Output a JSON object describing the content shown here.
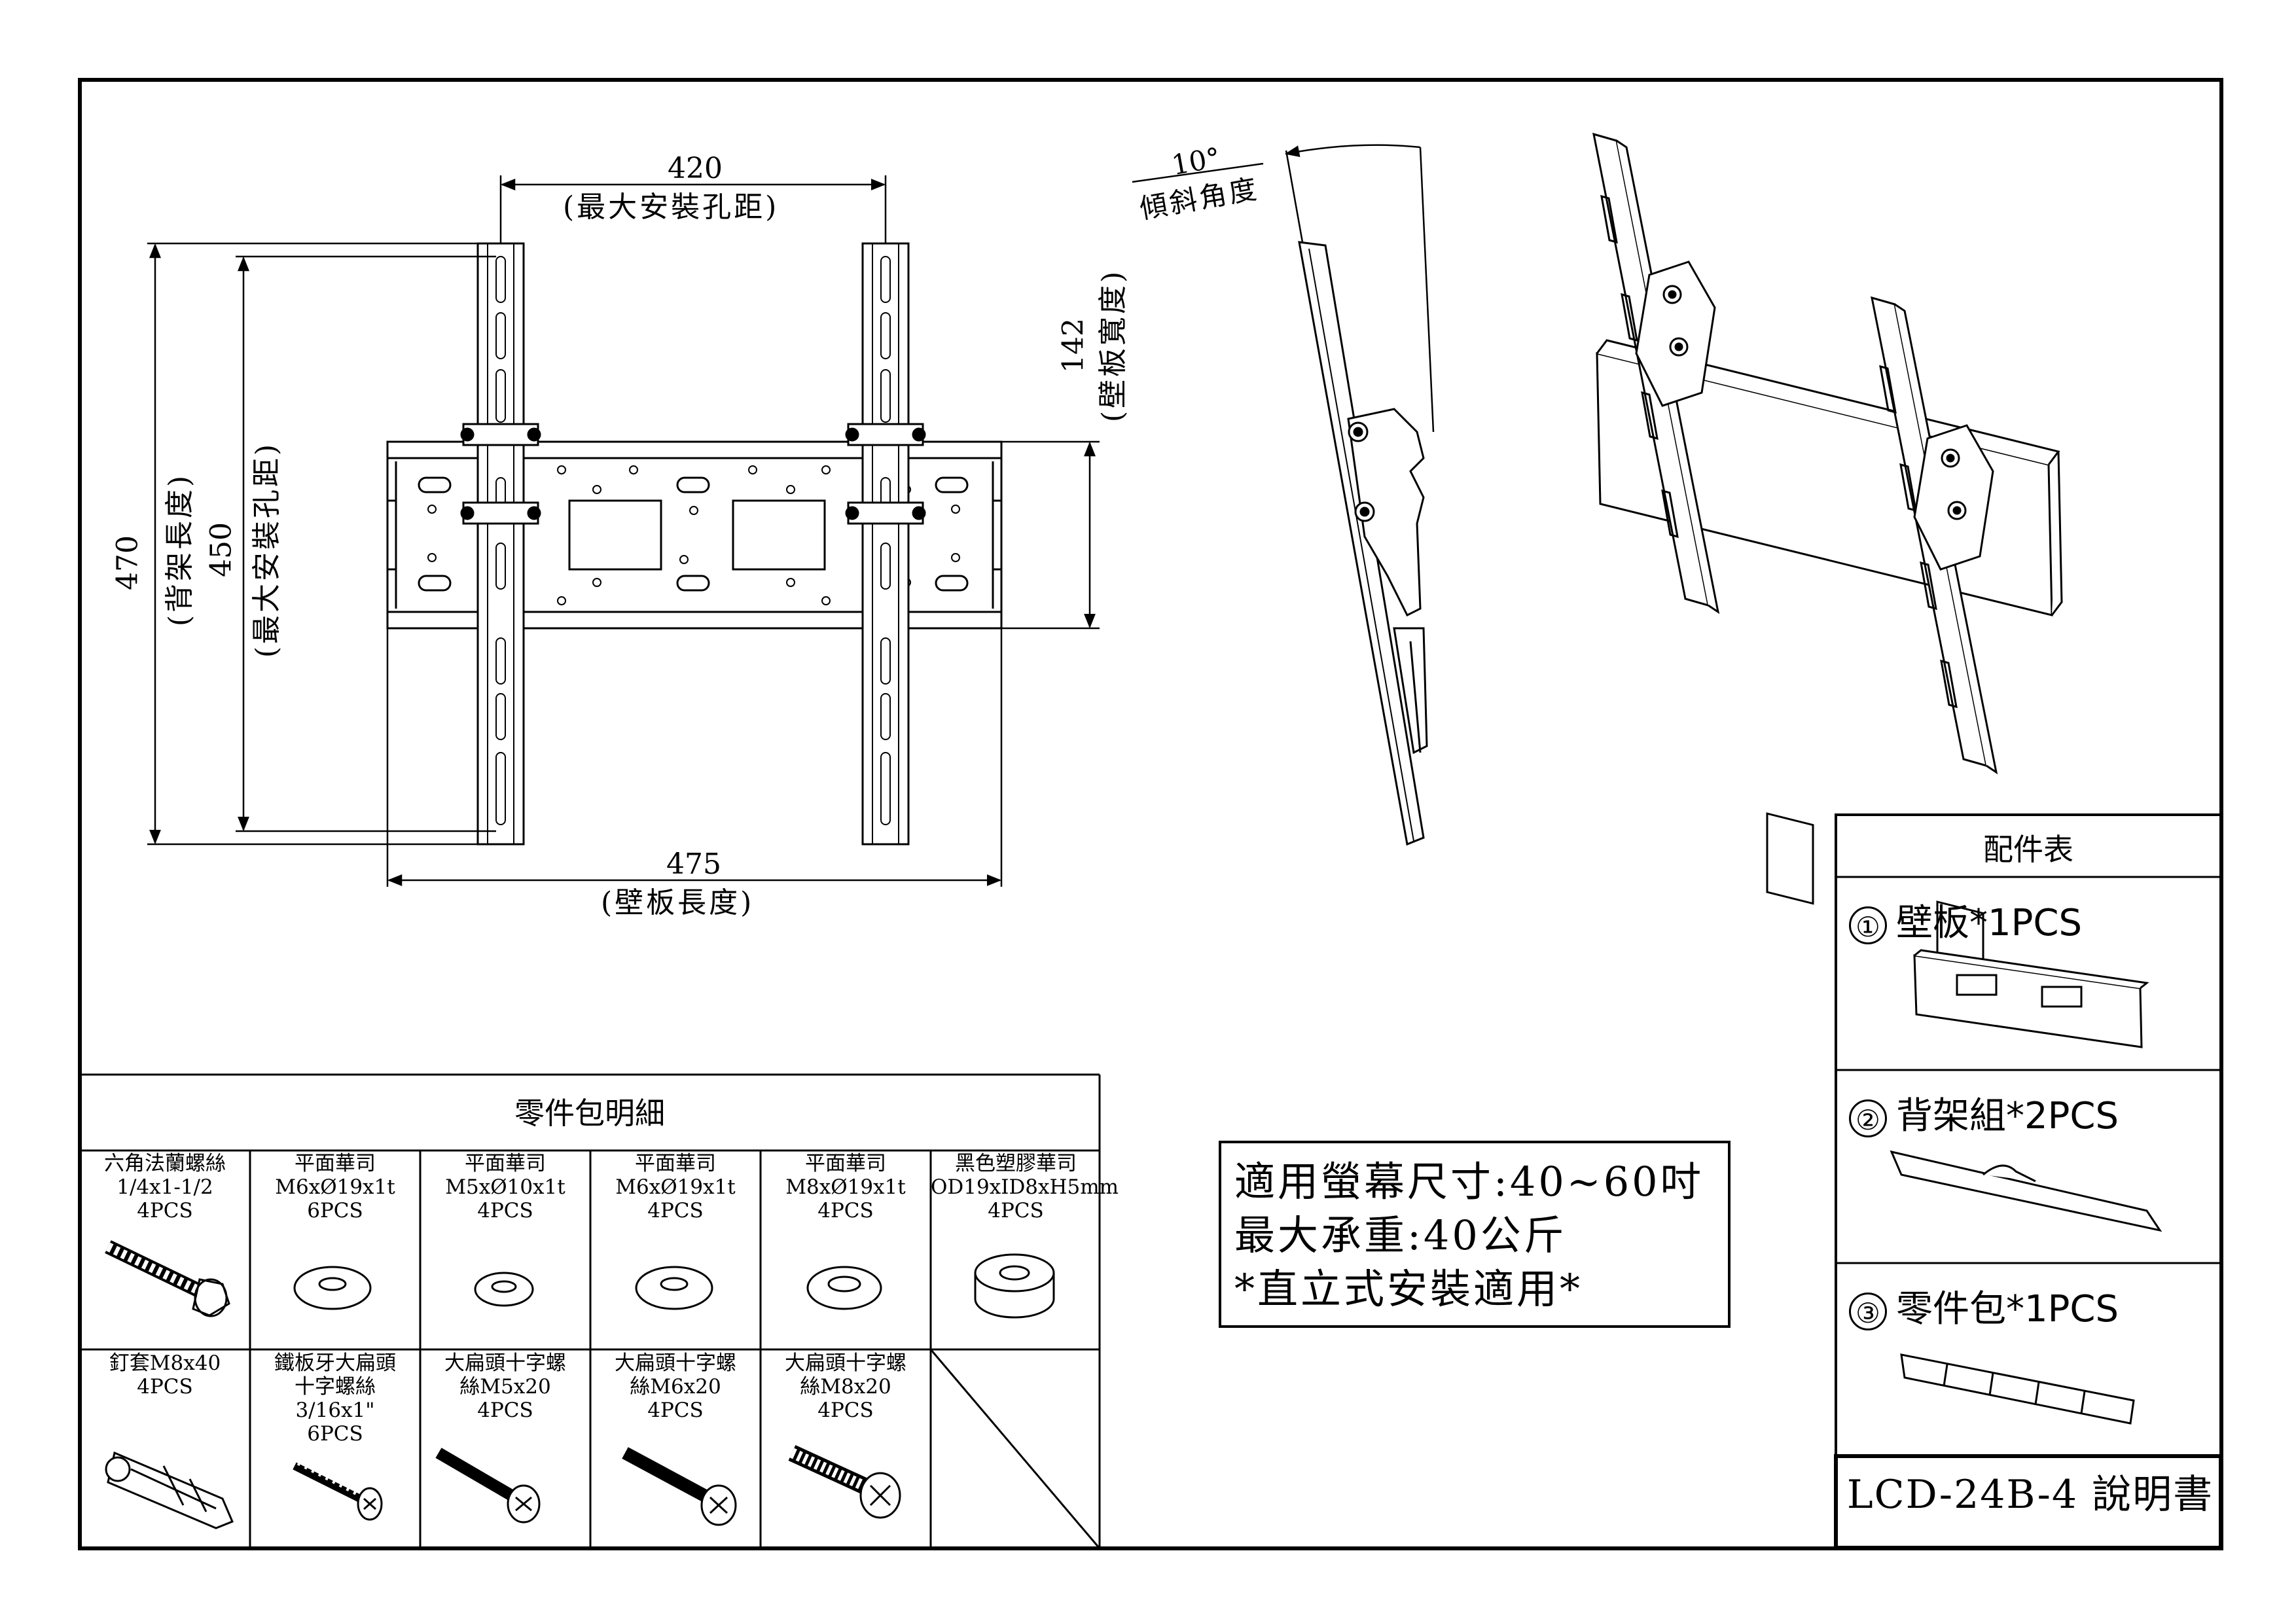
{
  "dimensions": {
    "top_width": {
      "value": "420",
      "label": "(最大安裝孔距)"
    },
    "bottom_width": {
      "value": "475",
      "label": "(壁板長度)"
    },
    "left_outer": {
      "value": "470",
      "label": "(背架長度)"
    },
    "left_inner": {
      "value": "450",
      "label": "(最大安裝孔距)"
    },
    "right_height": {
      "value": "142",
      "label": "(壁板寬度)"
    },
    "tilt": {
      "value": "10°",
      "label": "傾斜角度"
    }
  },
  "parts_table": {
    "title": "零件包明細",
    "cells": [
      {
        "lines": [
          "六角法蘭螺絲",
          "1/4x1-1/2",
          "4PCS"
        ],
        "icon": "hex-flange-bolt-icon"
      },
      {
        "lines": [
          "平面華司",
          "M6xØ19x1t",
          "6PCS"
        ],
        "icon": "flat-washer-icon"
      },
      {
        "lines": [
          "平面華司",
          "M5xØ10x1t",
          "4PCS"
        ],
        "icon": "flat-washer-icon"
      },
      {
        "lines": [
          "平面華司",
          "M6xØ19x1t",
          "4PCS"
        ],
        "icon": "flat-washer-icon"
      },
      {
        "lines": [
          "平面華司",
          "M8xØ19x1t",
          "4PCS"
        ],
        "icon": "flat-washer-icon"
      },
      {
        "lines": [
          "黑色塑膠華司",
          "OD19xID8xH5mm",
          "4PCS"
        ],
        "icon": "plastic-spacer-icon"
      },
      {
        "lines": [
          "釘套M8x40",
          "4PCS"
        ],
        "icon": "wall-anchor-icon"
      },
      {
        "lines": [
          "鐵板牙大扁頭",
          "十字螺絲",
          "3/16x1\"",
          "6PCS"
        ],
        "icon": "self-tapping-screw-icon"
      },
      {
        "lines": [
          "大扁頭十字螺",
          "絲M5x20",
          "4PCS"
        ],
        "icon": "phillips-screw-icon"
      },
      {
        "lines": [
          "大扁頭十字螺",
          "絲M6x20",
          "4PCS"
        ],
        "icon": "phillips-screw-icon"
      },
      {
        "lines": [
          "大扁頭十字螺",
          "絲M8x20",
          "4PCS"
        ],
        "icon": "phillips-screw-icon"
      }
    ]
  },
  "spec": {
    "line1": "適用螢幕尺寸:40~60吋",
    "line2": "最大承重:40公斤",
    "line3": "*直立式安裝適用*"
  },
  "accessories": {
    "title": "配件表",
    "items": [
      {
        "num": "①",
        "label": "壁板*1PCS"
      },
      {
        "num": "②",
        "label": "背架組*2PCS"
      },
      {
        "num": "③",
        "label": "零件包*1PCS"
      }
    ]
  },
  "model": "LCD-24B-4  說明書"
}
